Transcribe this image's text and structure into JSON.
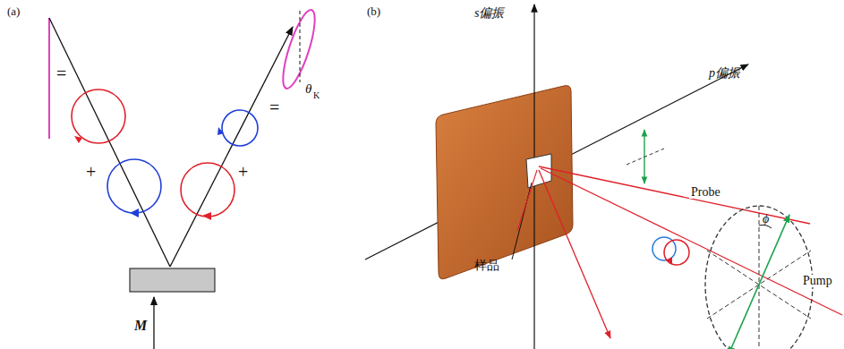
{
  "diagram": {
    "labels": [
      "(a)",
      "=",
      "+",
      "+",
      "=",
      "θ",
      "K",
      "M",
      "(b)",
      "s偏振",
      "p偏振",
      "Probe",
      "样品",
      "Pump",
      "ϕ"
    ]
  }
}
